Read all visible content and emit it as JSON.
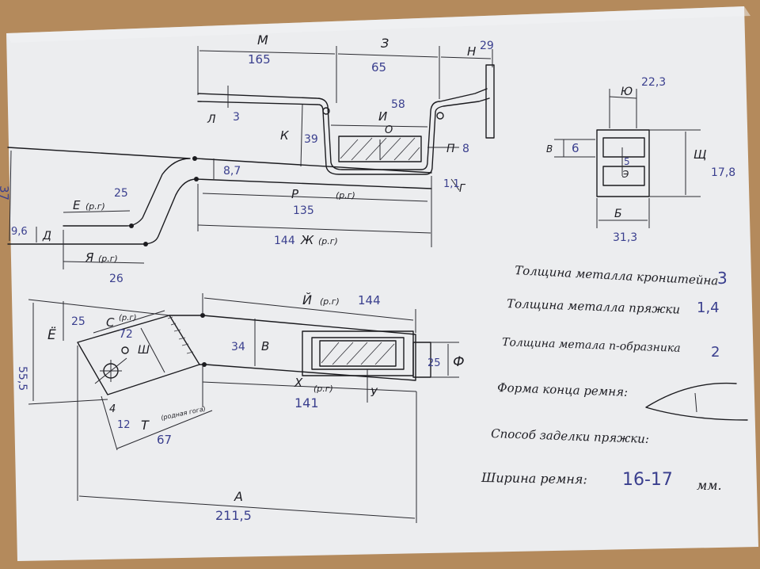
{
  "top": {
    "M": "М",
    "M_val": "165",
    "Z": "З",
    "Z_val": "65",
    "N": "Н",
    "N_val": "29",
    "L": "Л",
    "L_val": "3",
    "K": "К",
    "K_val": "39",
    "I": "И",
    "I_val": "58",
    "O": "О",
    "P8_label": "П",
    "P8_val": "8"
  },
  "mid": {
    "v37": "37",
    "v9_6": "9,6",
    "D": "Д",
    "E": "Е",
    "E_rg": "(р.г)",
    "E_val": "25",
    "YA": "Я",
    "YA_rg": "(р.г)",
    "YA_val": "26",
    "v8_7": "8,7",
    "R": "Р",
    "R_rg": "(р.г)",
    "R_val": "135",
    "ZH_val": "144",
    "ZH": "Ж",
    "ZH_rg": "(р.г)",
    "v1_1": "1,1",
    "T_small": "Г"
  },
  "side": {
    "YU": "Ю",
    "YU_val": "22,3",
    "B_small": "В",
    "v6": "6",
    "v5": "5",
    "E_small": "Э",
    "SHCH": "Щ",
    "SHCH_val": "17,8",
    "B": "Б",
    "B_val": "31,3"
  },
  "bottom": {
    "YO": "Ё",
    "YO_val": "25",
    "s_val": "55,5",
    "S": "С",
    "S_rg": "(р.г)",
    "S_val": "72",
    "SH": "Ш",
    "Y": "Й",
    "Y_rg": "(р.г)",
    "Y_val": "144",
    "v34": "34",
    "V": "В",
    "v25": "25",
    "F": "Ф",
    "X": "Х",
    "X_rg": "(р.г)",
    "X_val": "141",
    "U": "У",
    "v4": "4",
    "v12": "12",
    "T": "Т",
    "T_note": "(родная гога)",
    "T_val": "67",
    "A": "А",
    "A_val": "211,5"
  },
  "notes": {
    "line1": "Толщина металла кронштейна",
    "line1_val": "3",
    "line2": "Толщина металла пряжки",
    "line2_val": "1,4",
    "line3": "Толщина метала п-образника",
    "line3_val": "2",
    "line4": "Форма конца ремня:",
    "line5": "Способ заделки пряжки:",
    "line6": "Ширина ремня:",
    "line6_val": "16-17",
    "line6_unit": "мм."
  }
}
